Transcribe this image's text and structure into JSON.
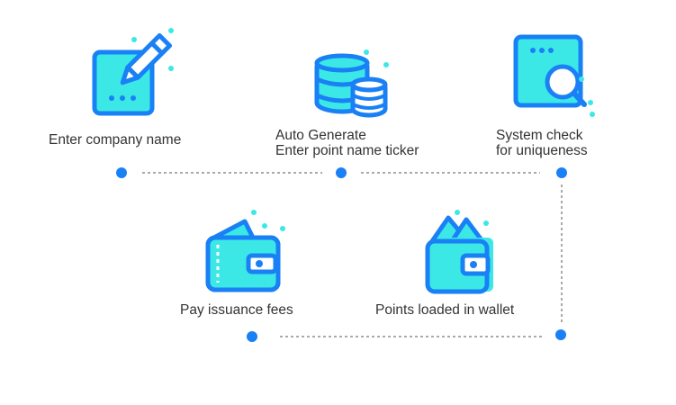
{
  "colors": {
    "accent_fill": "#3be8e6",
    "stroke": "#1a80f5",
    "sparkle": "#3be8e6",
    "node": "#1a80f5",
    "connector": "#555555",
    "text": "#333333"
  },
  "steps": [
    {
      "label": [
        "Enter company name"
      ],
      "icon": "pencil-on-pad-icon"
    },
    {
      "label": [
        "Auto Generate",
        "Enter point name ticker"
      ],
      "icon": "coin-stack-icon"
    },
    {
      "label": [
        "System check",
        "for uniqueness"
      ],
      "icon": "document-search-icon"
    },
    {
      "label": [
        "Pay issuance fees"
      ],
      "icon": "wallet-icon"
    },
    {
      "label": [
        "Points loaded in wallet"
      ],
      "icon": "wallet-with-cash-icon"
    }
  ]
}
